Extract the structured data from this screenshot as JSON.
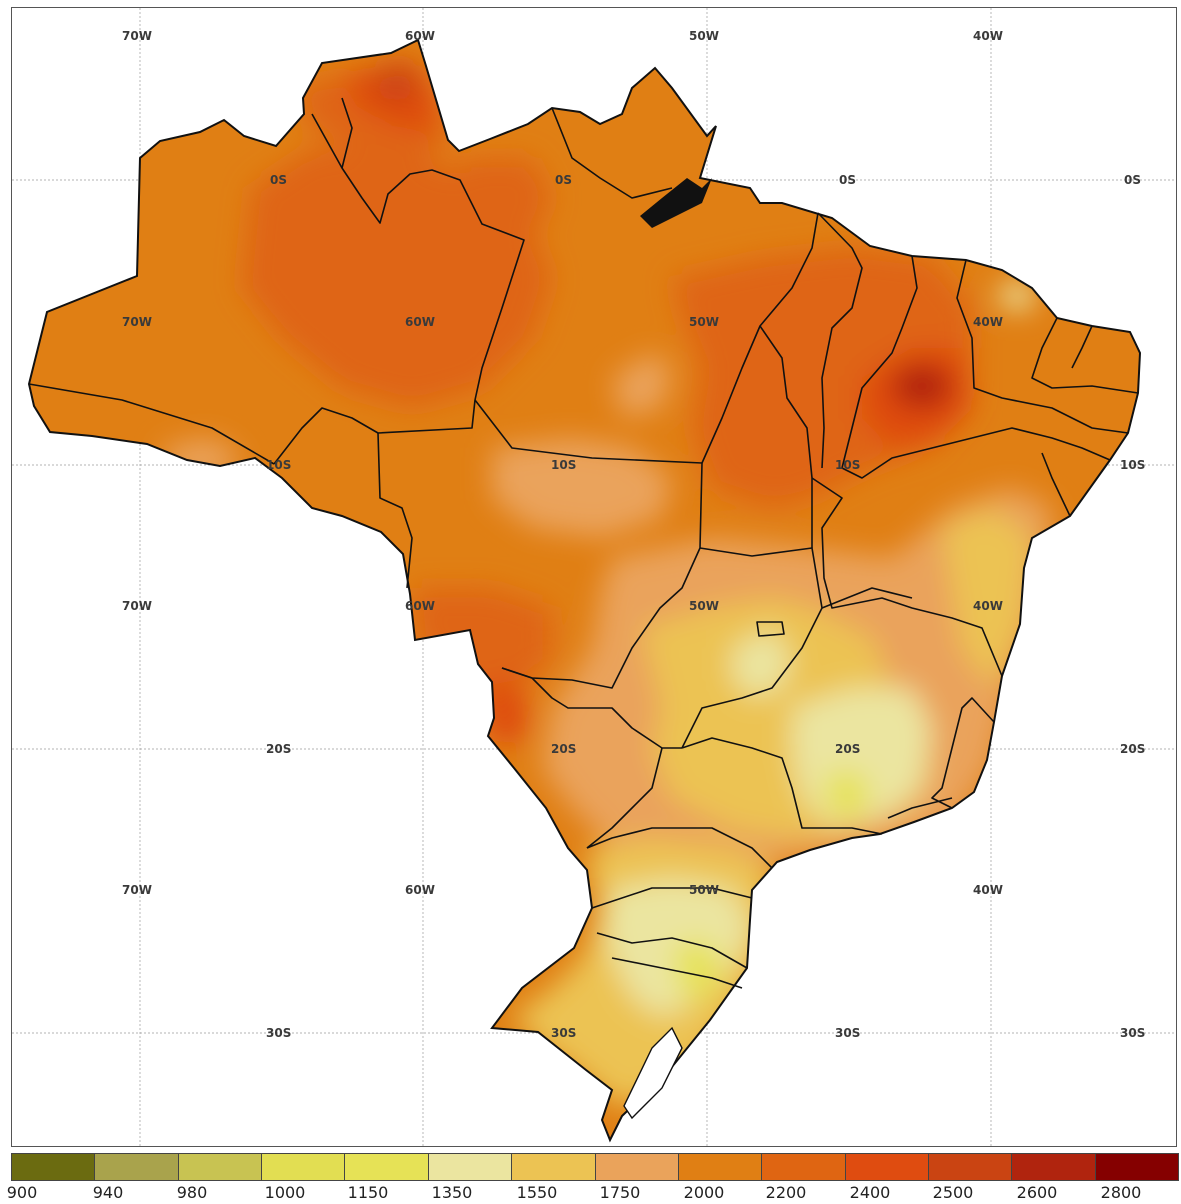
{
  "map": {
    "longitude_labels": [
      "70W",
      "60W",
      "50W",
      "40W"
    ],
    "latitude_labels": [
      "0S",
      "10S",
      "20S",
      "30S"
    ]
  },
  "legend": {
    "colors": [
      "#6b6b10",
      "#a9a34c",
      "#c8c352",
      "#e2de52",
      "#e6e256",
      "#ebe5a0",
      "#ecc353",
      "#eaa35b",
      "#e07f14",
      "#df6512",
      "#df4c10",
      "#ca4412",
      "#b0240e",
      "#850000"
    ],
    "labels": [
      "900",
      "940",
      "980",
      "1000",
      "1150",
      "1350",
      "1550",
      "1750",
      "2000",
      "2200",
      "2400",
      "2500",
      "2600",
      "2800"
    ]
  },
  "palette": {
    "border": "#111111",
    "grid": "#9a9a9a"
  }
}
